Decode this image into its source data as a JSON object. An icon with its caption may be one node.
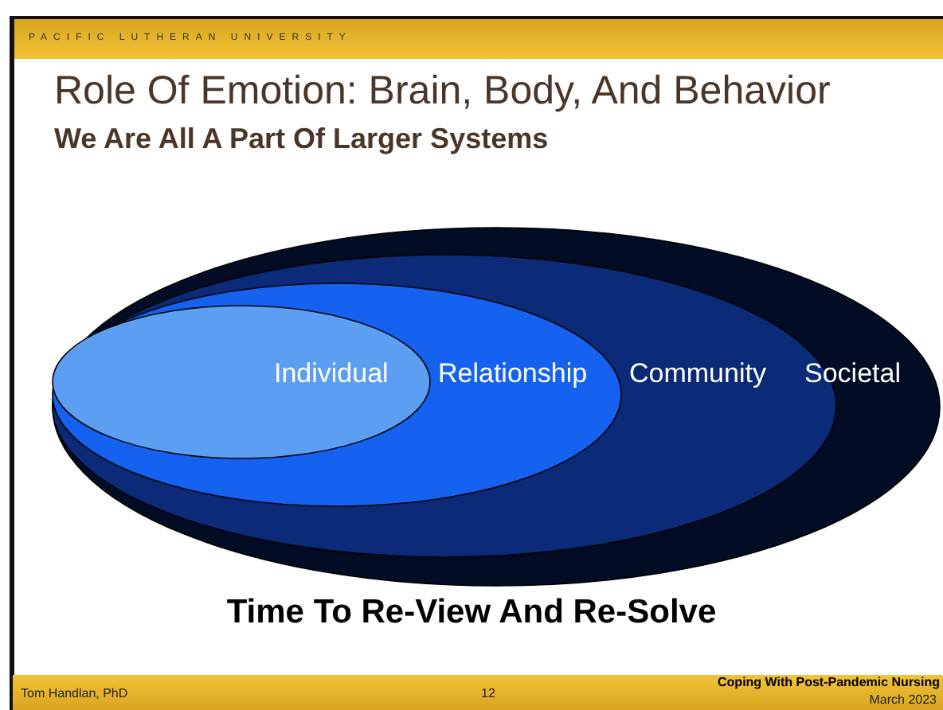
{
  "diagram": {
    "title": "Role Of Emotion: Brain, Body, And Behavior",
    "nodes": [
      {
        "text": [
          "Societal"
        ]
      },
      {
        "text": [
          "Community"
        ],
        "in": 0
      },
      {
        "text": [
          "Relationship"
        ],
        "in": 1
      },
      {
        "text": [
          "Individual"
        ],
        "in": 2
      }
    ],
    "labels": [
      "PACIFIC LUTHERAN UNIVERSITY",
      "We Are All A Part Of Larger Systems",
      "Time To Re-View And Re-Solve",
      "Tom Handlan, PhD",
      "12",
      "Coping With Post-Pandemic Nursing",
      "March 2023"
    ]
  }
}
